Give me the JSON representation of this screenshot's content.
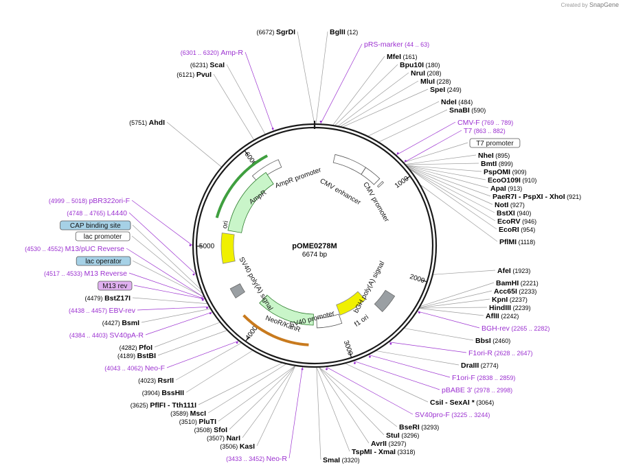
{
  "credit": {
    "prefix": "Created by",
    "brand": "SnapGene"
  },
  "plasmid": {
    "name": "pOME0278M",
    "size_label": "6674 bp",
    "length": 6674
  },
  "ticks": [
    "1000",
    "2000",
    "3000",
    "4000",
    "5000",
    "6000"
  ],
  "colors": {
    "enzyme_line": "#9a9a9a",
    "primer": "#9b30d0",
    "backbone": "#1a1a1a",
    "ampr": "#c9f5c9",
    "ori": "#f0f000",
    "neor": "#c9f5c9",
    "f1ori": "#f0f000"
  },
  "features": [
    {
      "name": "AmpR promoter",
      "start": 5900,
      "end": 6250,
      "kind": "promoter"
    },
    {
      "name": "AmpR",
      "start": 5190,
      "end": 6050,
      "kind": "gene"
    },
    {
      "name": "ori",
      "start": 4800,
      "end": 5150,
      "kind": "origin"
    },
    {
      "name": "CMV enhancer",
      "start": 235,
      "end": 615,
      "kind": "promoter"
    },
    {
      "name": "CMV promoter",
      "start": 616,
      "end": 819,
      "kind": "promoter"
    },
    {
      "name": "T7 promoter",
      "start": 863,
      "end": 882,
      "kind": "small"
    },
    {
      "name": "bGH poly(A) signal",
      "start": 2267,
      "end": 2490,
      "kind": "terminator"
    },
    {
      "name": "f1 ori",
      "start": 2536,
      "end": 2964,
      "kind": "origin"
    },
    {
      "name": "SV40 promoter",
      "start": 2978,
      "end": 3307,
      "kind": "promoter"
    },
    {
      "name": "NeoR/KanR",
      "start": 3354,
      "end": 4148,
      "kind": "gene"
    },
    {
      "name": "SV40 poly(A) signal",
      "start": 4382,
      "end": 4503,
      "kind": "terminator"
    }
  ],
  "labels": [
    {
      "pos": "(6672)",
      "name": "SgrDI",
      "type": "enzyme",
      "site": 6672
    },
    {
      "pos": "(12)",
      "name": "BglII",
      "type": "enzyme",
      "site": 12
    },
    {
      "name": "pRS-marker",
      "pos": "(44 .. 63)",
      "type": "primer",
      "site": 53
    },
    {
      "name": "MfeI",
      "pos": "(161)",
      "type": "enzyme",
      "site": 161
    },
    {
      "name": "Bpu10I",
      "pos": "(180)",
      "type": "enzyme",
      "site": 180
    },
    {
      "name": "NruI",
      "pos": "(208)",
      "type": "enzyme",
      "site": 208
    },
    {
      "name": "MluI",
      "pos": "(228)",
      "type": "enzyme",
      "site": 228
    },
    {
      "name": "SpeI",
      "pos": "(249)",
      "type": "enzyme",
      "site": 249
    },
    {
      "name": "NdeI",
      "pos": "(484)",
      "type": "enzyme",
      "site": 484
    },
    {
      "name": "SnaBI",
      "pos": "(590)",
      "type": "enzyme",
      "site": 590
    },
    {
      "name": "CMV-F",
      "pos": "(769 .. 789)",
      "type": "primer",
      "site": 779
    },
    {
      "name": "T7",
      "pos": "(863 .. 882)",
      "type": "primer",
      "site": 872
    },
    {
      "name": "T7 promoter",
      "type": "boxed",
      "site": 872
    },
    {
      "name": "NheI",
      "pos": "(895)",
      "type": "enzyme",
      "site": 895
    },
    {
      "name": "BmtI",
      "pos": "(899)",
      "type": "enzyme",
      "site": 899
    },
    {
      "name": "PspOMI",
      "pos": "(909)",
      "type": "enzyme",
      "site": 909
    },
    {
      "name": "EcoO109I",
      "pos": "(910)",
      "type": "enzyme",
      "site": 910
    },
    {
      "name": "ApaI",
      "pos": "(913)",
      "type": "enzyme",
      "site": 913
    },
    {
      "name": "PaeR7I - PspXI - XhoI",
      "pos": "(921)",
      "type": "enzyme",
      "site": 921
    },
    {
      "name": "NotI",
      "pos": "(927)",
      "type": "enzyme",
      "site": 927
    },
    {
      "name": "BstXI",
      "pos": "(940)",
      "type": "enzyme",
      "site": 940
    },
    {
      "name": "EcoRV",
      "pos": "(946)",
      "type": "enzyme",
      "site": 946
    },
    {
      "name": "EcoRI",
      "pos": "(954)",
      "type": "enzyme",
      "site": 954
    },
    {
      "name": "PflMI",
      "pos": "(1118)",
      "type": "enzyme",
      "site": 1118
    },
    {
      "name": "AfeI",
      "pos": "(1923)",
      "type": "enzyme",
      "site": 1923
    },
    {
      "name": "BamHI",
      "pos": "(2221)",
      "type": "enzyme",
      "site": 2221
    },
    {
      "name": "Acc65I",
      "pos": "(2233)",
      "type": "enzyme",
      "site": 2233
    },
    {
      "name": "KpnI",
      "pos": "(2237)",
      "type": "enzyme",
      "site": 2237
    },
    {
      "name": "HindIII",
      "pos": "(2239)",
      "type": "enzyme",
      "site": 2239
    },
    {
      "name": "AflII",
      "pos": "(2242)",
      "type": "enzyme",
      "site": 2242
    },
    {
      "name": "BGH-rev",
      "pos": "(2265 .. 2282)",
      "type": "primer",
      "site": 2273
    },
    {
      "name": "BbsI",
      "pos": "(2460)",
      "type": "enzyme",
      "site": 2460
    },
    {
      "name": "F1ori-R",
      "pos": "(2628 .. 2647)",
      "type": "primer",
      "site": 2637
    },
    {
      "name": "DraIII",
      "pos": "(2774)",
      "type": "enzyme",
      "site": 2774
    },
    {
      "name": "F1ori-F",
      "pos": "(2838 .. 2859)",
      "type": "primer",
      "site": 2848
    },
    {
      "name": "pBABE 3'",
      "pos": "(2978 .. 2998)",
      "type": "primer",
      "site": 2988
    },
    {
      "name": "CsiI - SexAI *",
      "pos": "(3064)",
      "type": "enzyme",
      "site": 3064
    },
    {
      "name": "SV40pro-F",
      "pos": "(3225 .. 3244)",
      "type": "primer",
      "site": 3234
    },
    {
      "name": "BseRI",
      "pos": "(3293)",
      "type": "enzyme",
      "site": 3293
    },
    {
      "name": "StuI",
      "pos": "(3296)",
      "type": "enzyme",
      "site": 3296
    },
    {
      "name": "AvrII",
      "pos": "(3297)",
      "type": "enzyme",
      "site": 3297
    },
    {
      "name": "TspMI - XmaI",
      "pos": "(3318)",
      "type": "enzyme",
      "site": 3318
    },
    {
      "name": "SmaI",
      "pos": "(3320)",
      "type": "enzyme",
      "site": 3320
    },
    {
      "name": "Neo-R",
      "pos": "(3433 .. 3452)",
      "type": "primer",
      "site": 3442
    },
    {
      "name": "KasI",
      "pos": "(3506)",
      "type": "enzyme",
      "site": 3506
    },
    {
      "name": "NarI",
      "pos": "(3507)",
      "type": "enzyme",
      "site": 3507
    },
    {
      "name": "SfoI",
      "pos": "(3508)",
      "type": "enzyme",
      "site": 3508
    },
    {
      "name": "PluTI",
      "pos": "(3510)",
      "type": "enzyme",
      "site": 3510
    },
    {
      "name": "MscI",
      "pos": "(3589)",
      "type": "enzyme",
      "site": 3589
    },
    {
      "name": "PflFI - Tth111I",
      "pos": "(3625)",
      "type": "enzyme",
      "site": 3625
    },
    {
      "name": "BssHII",
      "pos": "(3904)",
      "type": "enzyme",
      "site": 3904
    },
    {
      "name": "RsrII",
      "pos": "(4023)",
      "type": "enzyme",
      "site": 4023
    },
    {
      "name": "Neo-F",
      "pos": "(4043 .. 4062)",
      "type": "primer",
      "site": 4052
    },
    {
      "name": "BstBI",
      "pos": "(4189)",
      "type": "enzyme",
      "site": 4189
    },
    {
      "name": "PfoI",
      "pos": "(4282)",
      "type": "enzyme",
      "site": 4282
    },
    {
      "name": "SV40pA-R",
      "pos": "(4384 .. 4403)",
      "type": "primer",
      "site": 4393
    },
    {
      "name": "BsmI",
      "pos": "(4427)",
      "type": "enzyme",
      "site": 4427
    },
    {
      "name": "EBV-rev",
      "pos": "(4438 .. 4457)",
      "type": "primer",
      "site": 4447
    },
    {
      "name": "BstZ17I",
      "pos": "(4479)",
      "type": "enzyme",
      "site": 4479
    },
    {
      "name": "M13 rev",
      "type": "boxed-primer",
      "site": 4525
    },
    {
      "name": "M13 Reverse",
      "pos": "(4517 .. 4533)",
      "type": "primer",
      "site": 4525
    },
    {
      "name": "lac operator",
      "type": "boxed-blue",
      "site": 4545
    },
    {
      "name": "M13/pUC Reverse",
      "pos": "(4530 .. 4552)",
      "type": "primer",
      "site": 4541
    },
    {
      "name": "lac promoter",
      "type": "boxed",
      "site": 4580
    },
    {
      "name": "CAP binding site",
      "type": "boxed-blue",
      "site": 4620
    },
    {
      "name": "L4440",
      "pos": "(4748 .. 4765)",
      "type": "primer",
      "site": 4756
    },
    {
      "name": "pBR322ori-F",
      "pos": "(4999 .. 5018)",
      "type": "primer",
      "site": 5008
    },
    {
      "name": "AhdI",
      "pos": "(5751)",
      "type": "enzyme",
      "site": 5751
    },
    {
      "name": "PvuI",
      "pos": "(6121)",
      "type": "enzyme",
      "site": 6121
    },
    {
      "name": "ScaI",
      "pos": "(6231)",
      "type": "enzyme",
      "site": 6231
    },
    {
      "name": "Amp-R",
      "pos": "(6301 .. 6320)",
      "type": "primer",
      "site": 6310
    }
  ]
}
